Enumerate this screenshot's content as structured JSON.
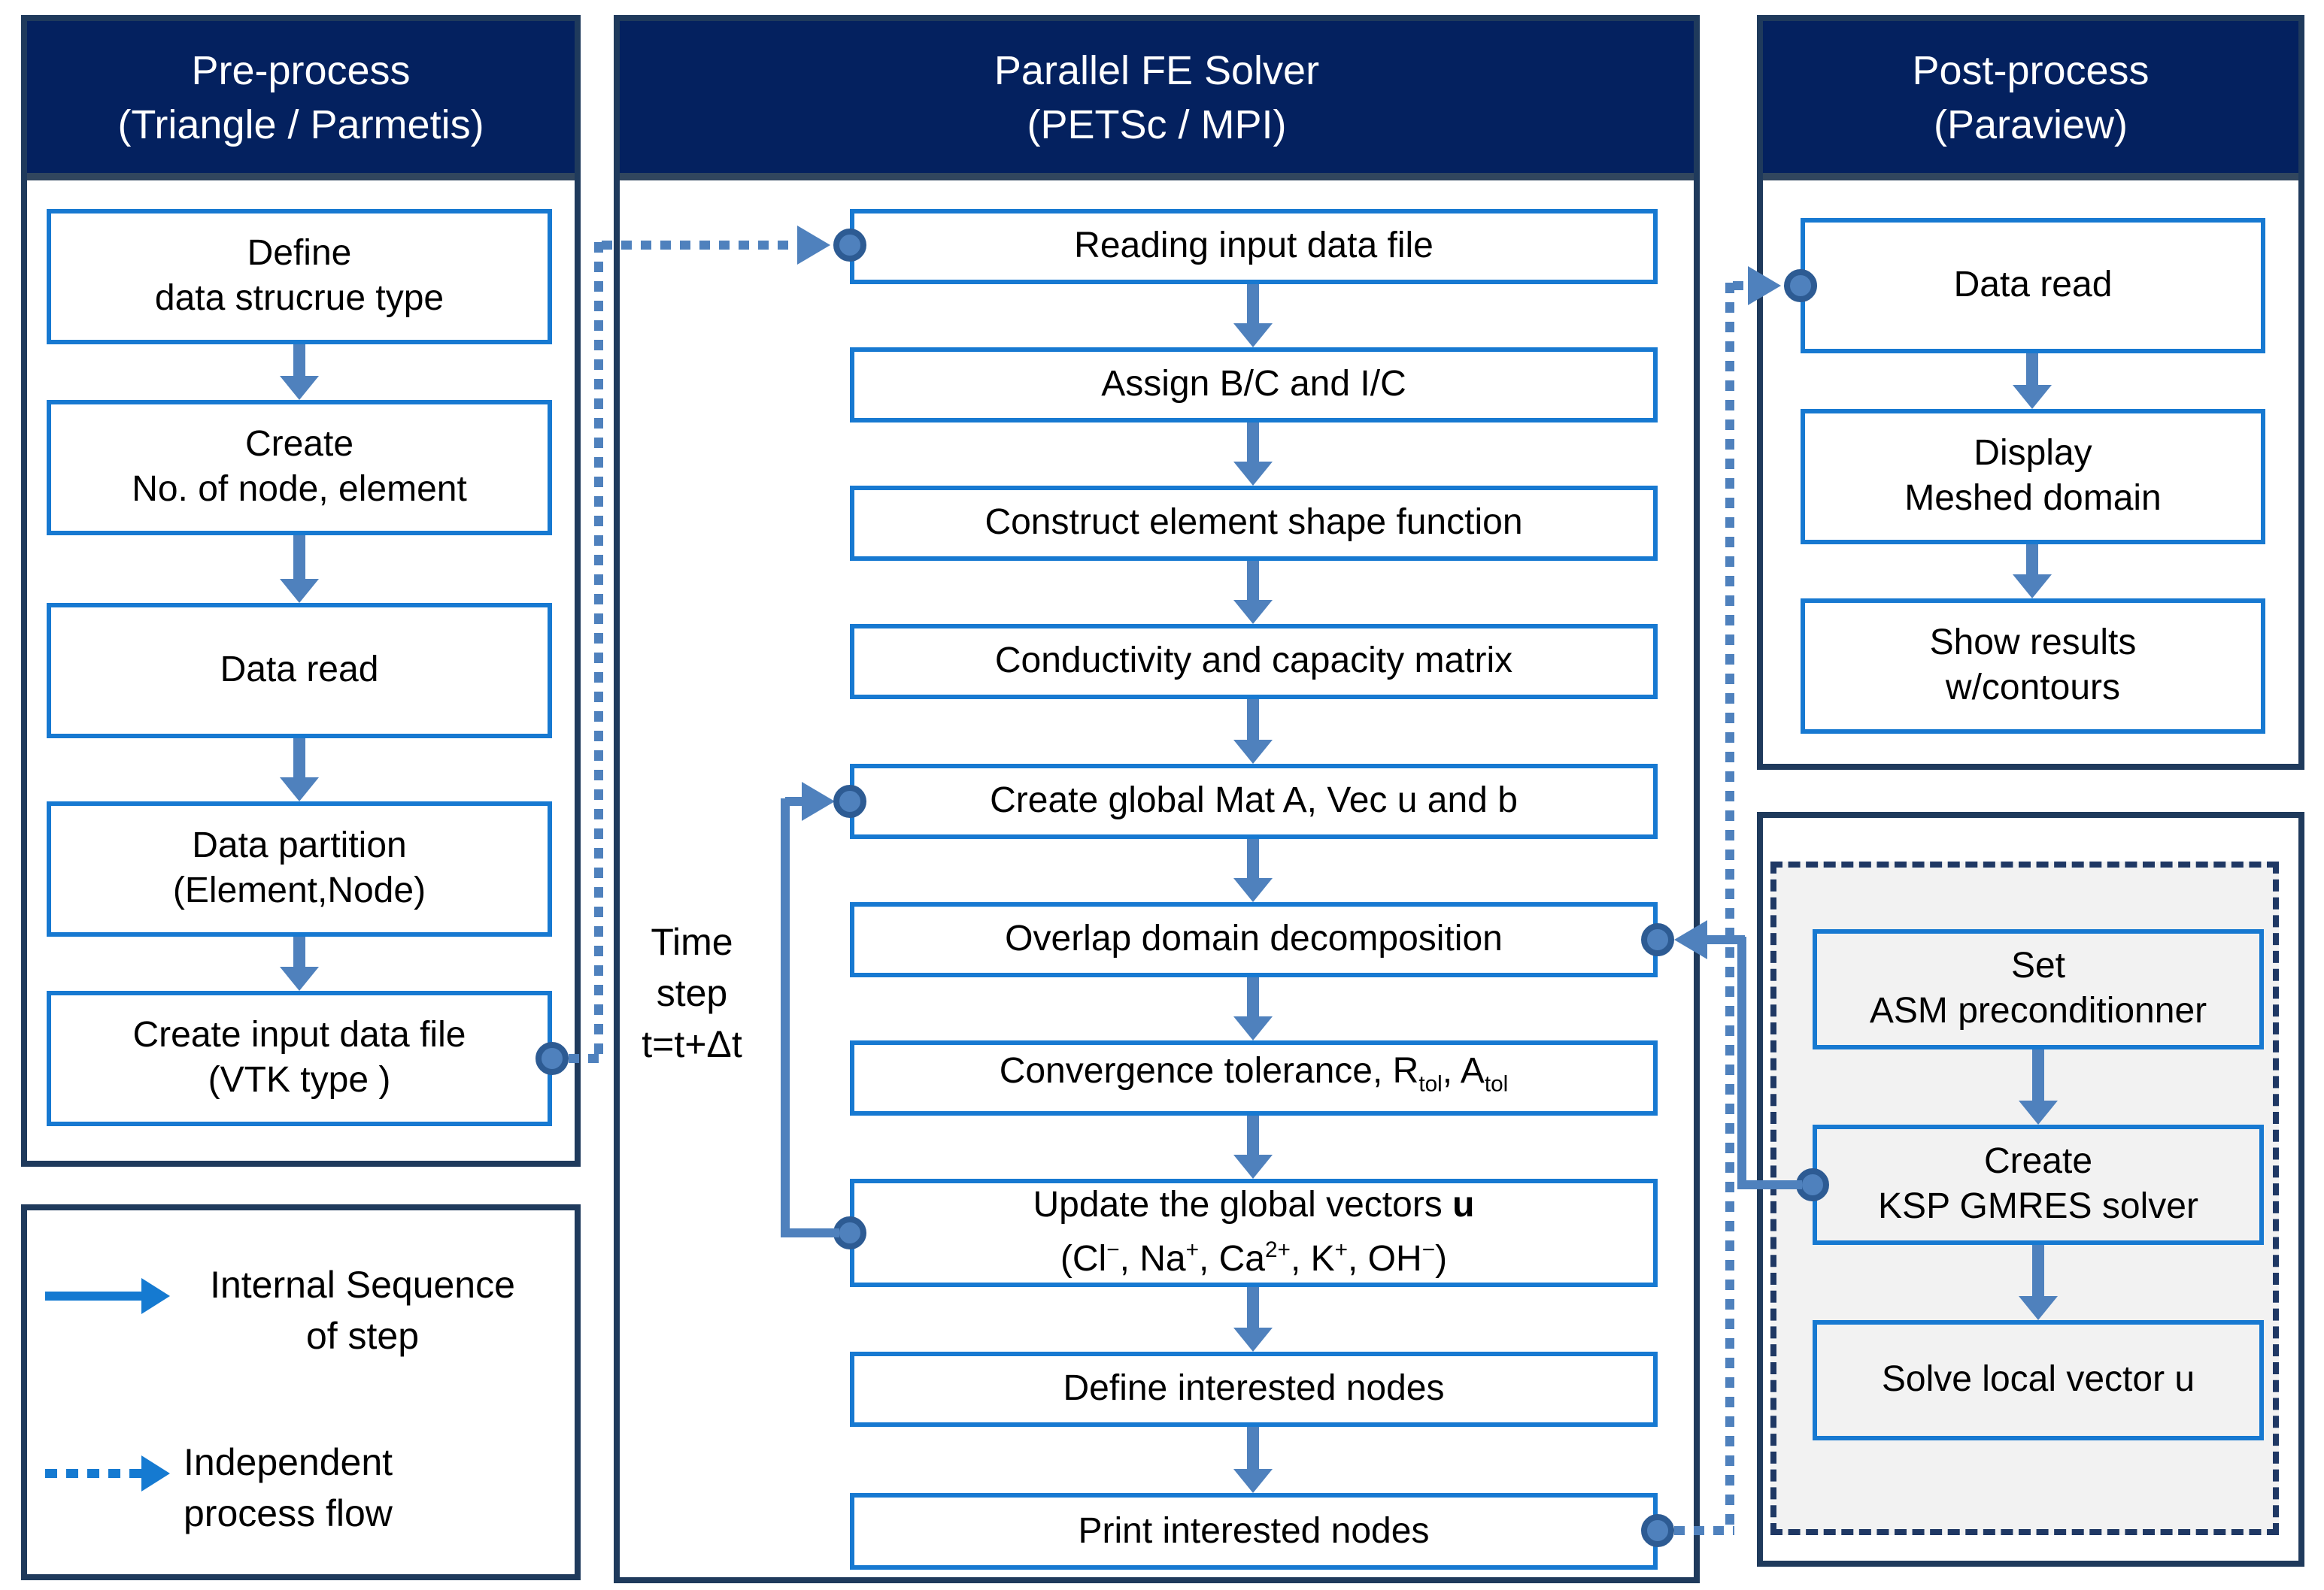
{
  "pre": {
    "title_lines": [
      "Pre-process",
      "(Triangle / Parmetis)"
    ],
    "steps": [
      {
        "lines": [
          "Define",
          "data strucrue type"
        ]
      },
      {
        "lines": [
          "Create",
          "No. of node, element"
        ]
      },
      {
        "lines": [
          "Data read"
        ]
      },
      {
        "lines": [
          "Data partition",
          "(Element,Node)"
        ]
      },
      {
        "lines": [
          "Create input data file",
          "(VTK type )"
        ]
      }
    ]
  },
  "solver": {
    "title_lines": [
      "Parallel FE Solver",
      "(PETSc / MPI)"
    ],
    "steps": [
      {
        "html": "Reading input data file"
      },
      {
        "html": "Assign B/C and I/C"
      },
      {
        "html": "Construct element shape function"
      },
      {
        "html": "Conductivity and capacity matrix"
      },
      {
        "html": "Create global Mat A, Vec u and b"
      },
      {
        "html": "Overlap domain decomposition"
      },
      {
        "html": "Convergence tolerance, R<sub>tol</sub>, A<sub>tol</sub>"
      },
      {
        "html": "Update the global vectors <b>u</b><br>(Cl<sup>−</sup>, Na<sup>+</sup>, Ca<sup>2+</sup>, K<sup>+</sup>, OH<sup>−</sup>)"
      },
      {
        "html": "Define interested nodes"
      },
      {
        "html": "Print interested nodes"
      }
    ],
    "time_step_lines": [
      "Time",
      "step",
      "t=t+Δt"
    ]
  },
  "post": {
    "title_lines": [
      "Post-process",
      "(Paraview)"
    ],
    "steps": [
      {
        "lines": [
          "Data read"
        ]
      },
      {
        "lines": [
          "Display",
          "Meshed domain"
        ]
      },
      {
        "lines": [
          "Show results",
          "w/contours"
        ]
      }
    ]
  },
  "subprocess": {
    "steps": [
      {
        "lines": [
          "Set",
          "ASM preconditionner"
        ]
      },
      {
        "lines": [
          "Create",
          "KSP GMRES solver"
        ]
      },
      {
        "lines": [
          "Solve local vector u"
        ]
      }
    ]
  },
  "legend": {
    "solid_lines": [
      "Internal Sequence",
      "of step"
    ],
    "dotted_lines": [
      "Independent",
      "process flow"
    ]
  },
  "colors": {
    "header_bg": "#04215f",
    "container_border": "#1f3a5c",
    "box_border": "#1779d1",
    "flow_arrow": "#4f81bd",
    "legend_arrow": "#157ad1",
    "subprocess_bg": "#f2f2f2"
  }
}
